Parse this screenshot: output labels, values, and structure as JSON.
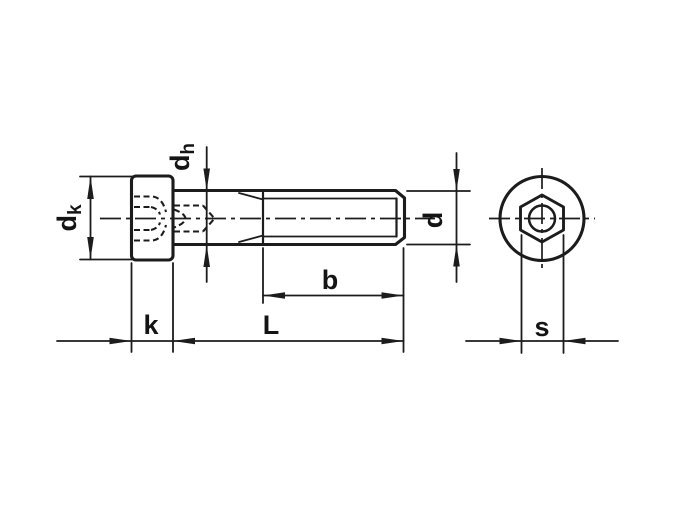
{
  "drawing": {
    "description": "Technical dimension drawing of a hex socket low-head cap screw, side view and end view",
    "background_color": "#ffffff",
    "line_color": "#1c1c1c",
    "labels": {
      "head_diameter": {
        "main": "d",
        "sub": "k"
      },
      "shank_diameter": {
        "main": "d",
        "sub": "h"
      },
      "head_height": "k",
      "total_length": "L",
      "thread_length": "b",
      "thread_diameter": "d",
      "socket_size": "s"
    }
  }
}
